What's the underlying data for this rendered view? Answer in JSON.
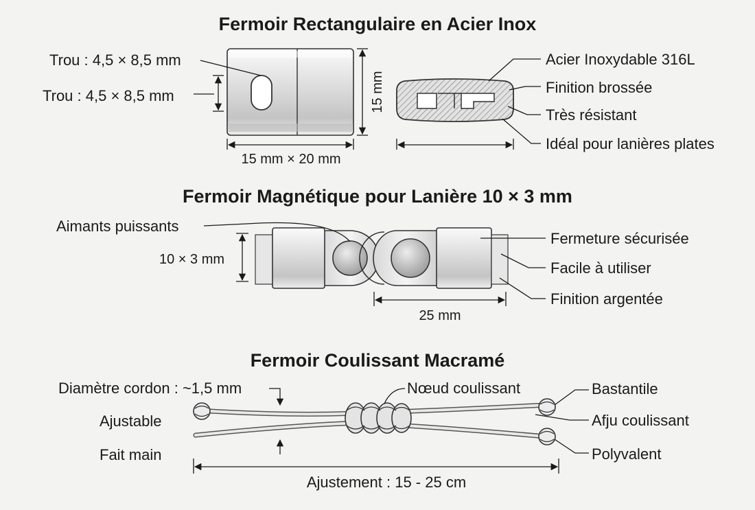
{
  "sections": [
    {
      "title": "Fermoir Rectangulaire en Acier Inox",
      "left_labels": [
        "Trou : 4,5 × 8,5 mm",
        "Trou : 4,5 × 8,5 mm"
      ],
      "width_dim": "15 mm × 20 mm",
      "height_dim": "15 mm",
      "right_labels": [
        "Acier Inoxydable 316L",
        "Finition brossée",
        "Très résistant",
        "Idéal pour lanières plates"
      ]
    },
    {
      "title": "Fermoir Magnétique pour Lanière 10 × 3 mm",
      "left_label": "Aimants puissants",
      "height_dim": "10 × 3 mm",
      "width_dim": "25 mm",
      "right_labels": [
        "Fermeture sécurisée",
        "Facile à utiliser",
        "Finition argentée"
      ]
    },
    {
      "title": "Fermoir Coulissant Macramé",
      "top_left_label": "Diamètre cordon : ~1,5 mm",
      "center_label": "Nœud coulissant",
      "left_labels": [
        "Ajustable",
        "Fait main"
      ],
      "right_labels": [
        "Bastantile",
        "Afju coulissant",
        "Polyvalent"
      ],
      "width_dim": "Ajustement : 15 - 25 cm"
    }
  ]
}
